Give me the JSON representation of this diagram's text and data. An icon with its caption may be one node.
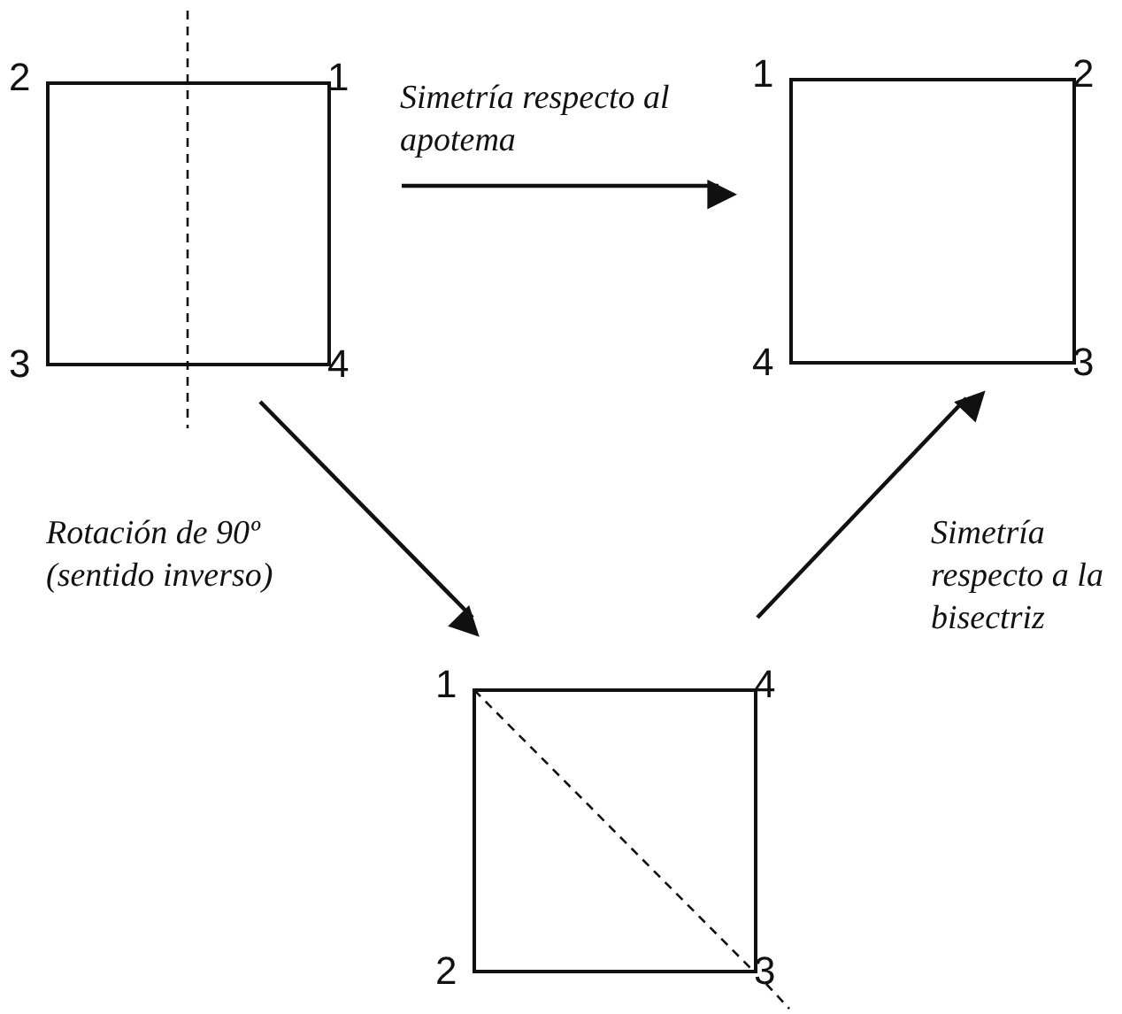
{
  "diagram": {
    "nodes": [
      {
        "text": [],
        "shape": "box",
        "beside": [
          "2",
          "1",
          "3",
          "4"
        ]
      },
      {
        "text": [],
        "shape": "box",
        "beside": [
          "1",
          "2",
          "4",
          "3"
        ]
      },
      {
        "text": [],
        "shape": "box",
        "beside": [
          "1",
          "4",
          "2",
          "3"
        ]
      }
    ],
    "edges": [
      {
        "from": 0,
        "to": 1,
        "arrow": "to",
        "label": "Simetría respecto al apotema"
      },
      {
        "from": 0,
        "to": 2,
        "arrow": "to",
        "label": "Rotación de 90º (sentido inverso)"
      },
      {
        "from": 2,
        "to": 1,
        "arrow": "to",
        "label": "Simetría respecto a la bisectriz"
      }
    ]
  }
}
